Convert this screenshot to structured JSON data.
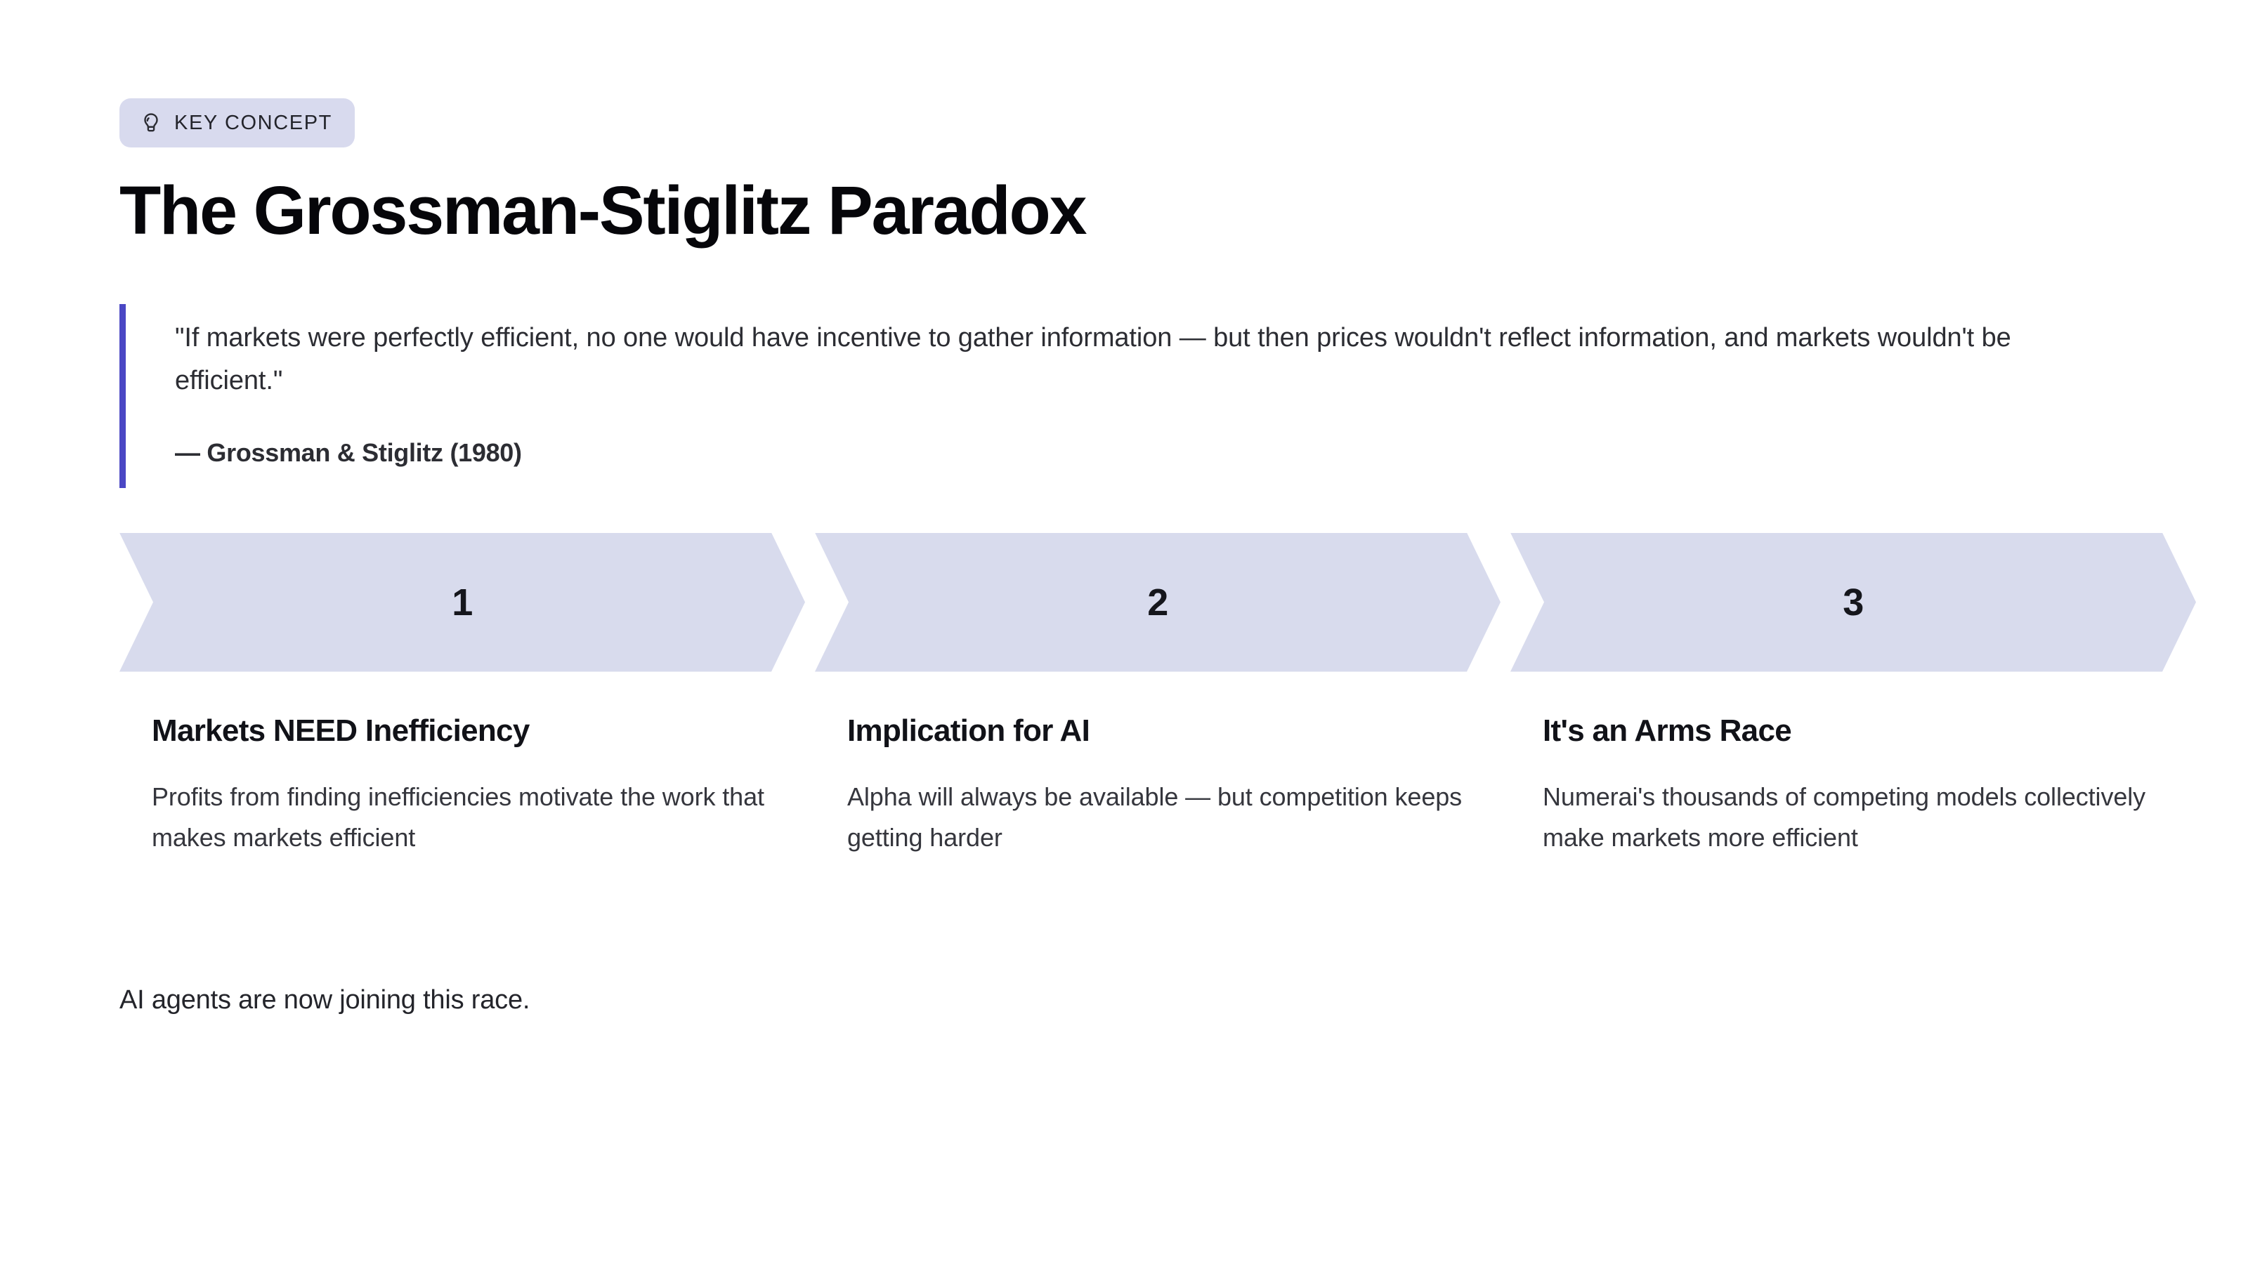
{
  "badge": {
    "icon": "lightbulb-icon",
    "label": "KEY CONCEPT",
    "background_color": "#d8daee",
    "text_color": "#23242b"
  },
  "title": "The Grossman-Stiglitz Paradox",
  "quote": {
    "accent_color": "#4a47c4",
    "text": "\"If markets were perfectly efficient, no one would have incentive to gather information — but then prices wouldn't reflect information, and markets wouldn't be efficient.\"",
    "attribution": "— Grossman & Stiglitz (1980)"
  },
  "steps": {
    "chevron_fill": "#d8dbed",
    "items": [
      {
        "number": "1",
        "title": "Markets NEED Inefficiency",
        "description": "Profits from finding inefficiencies motivate the work that makes markets efficient"
      },
      {
        "number": "2",
        "title": "Implication for AI",
        "description": "Alpha will always be available — but competition keeps getting harder"
      },
      {
        "number": "3",
        "title": "It's an Arms Race",
        "description": "Numerai's thousands of competing models collectively make markets more efficient"
      }
    ]
  },
  "footer_note": "AI agents are now joining this race."
}
